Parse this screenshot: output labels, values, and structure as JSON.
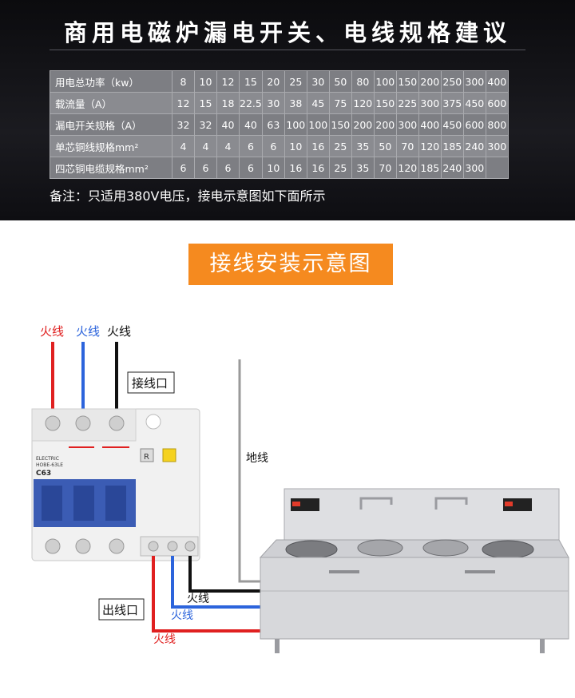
{
  "title": "商用电磁炉漏电开关、电线规格建议",
  "table": {
    "rows": [
      {
        "label": "用电总功率（kw）",
        "values": [
          "8",
          "10",
          "12",
          "15",
          "20",
          "25",
          "30",
          "50",
          "80",
          "100",
          "150",
          "200",
          "250",
          "300",
          "400"
        ]
      },
      {
        "label": "载流量（A）",
        "values": [
          "12",
          "15",
          "18",
          "22.5",
          "30",
          "38",
          "45",
          "75",
          "120",
          "150",
          "225",
          "300",
          "375",
          "450",
          "600"
        ]
      },
      {
        "label": "漏电开关规格（A）",
        "values": [
          "32",
          "32",
          "40",
          "40",
          "63",
          "100",
          "100",
          "150",
          "200",
          "200",
          "300",
          "400",
          "450",
          "600",
          "800"
        ]
      },
      {
        "label": "单芯铜线规格mm²",
        "values": [
          "4",
          "4",
          "4",
          "6",
          "6",
          "10",
          "16",
          "25",
          "35",
          "50",
          "70",
          "120",
          "185",
          "240",
          "300"
        ]
      },
      {
        "label": "四芯铜电缆规格mm²",
        "values": [
          "6",
          "6",
          "6",
          "6",
          "10",
          "16",
          "16",
          "25",
          "35",
          "70",
          "120",
          "185",
          "240",
          "300",
          ""
        ]
      }
    ]
  },
  "note": "备注：只适用380V电压，接电示意图如下面所示",
  "banner": "接线安装示意图",
  "diagram": {
    "live1": "火线",
    "live2": "火线",
    "live3": "火线",
    "inlet": "接线口",
    "outlet": "出线口",
    "ground": "地线",
    "out_live1": "火线",
    "out_live2": "火线",
    "out_live3": "火线",
    "breaker_brand": "ELECTRIC",
    "breaker_model": "HOBE-63LE",
    "breaker_rating": "C63",
    "breaker_r": "R"
  },
  "colors": {
    "red": "#e02020",
    "blue": "#2c64dc",
    "black": "#111111",
    "orange": "#f58a1f"
  }
}
